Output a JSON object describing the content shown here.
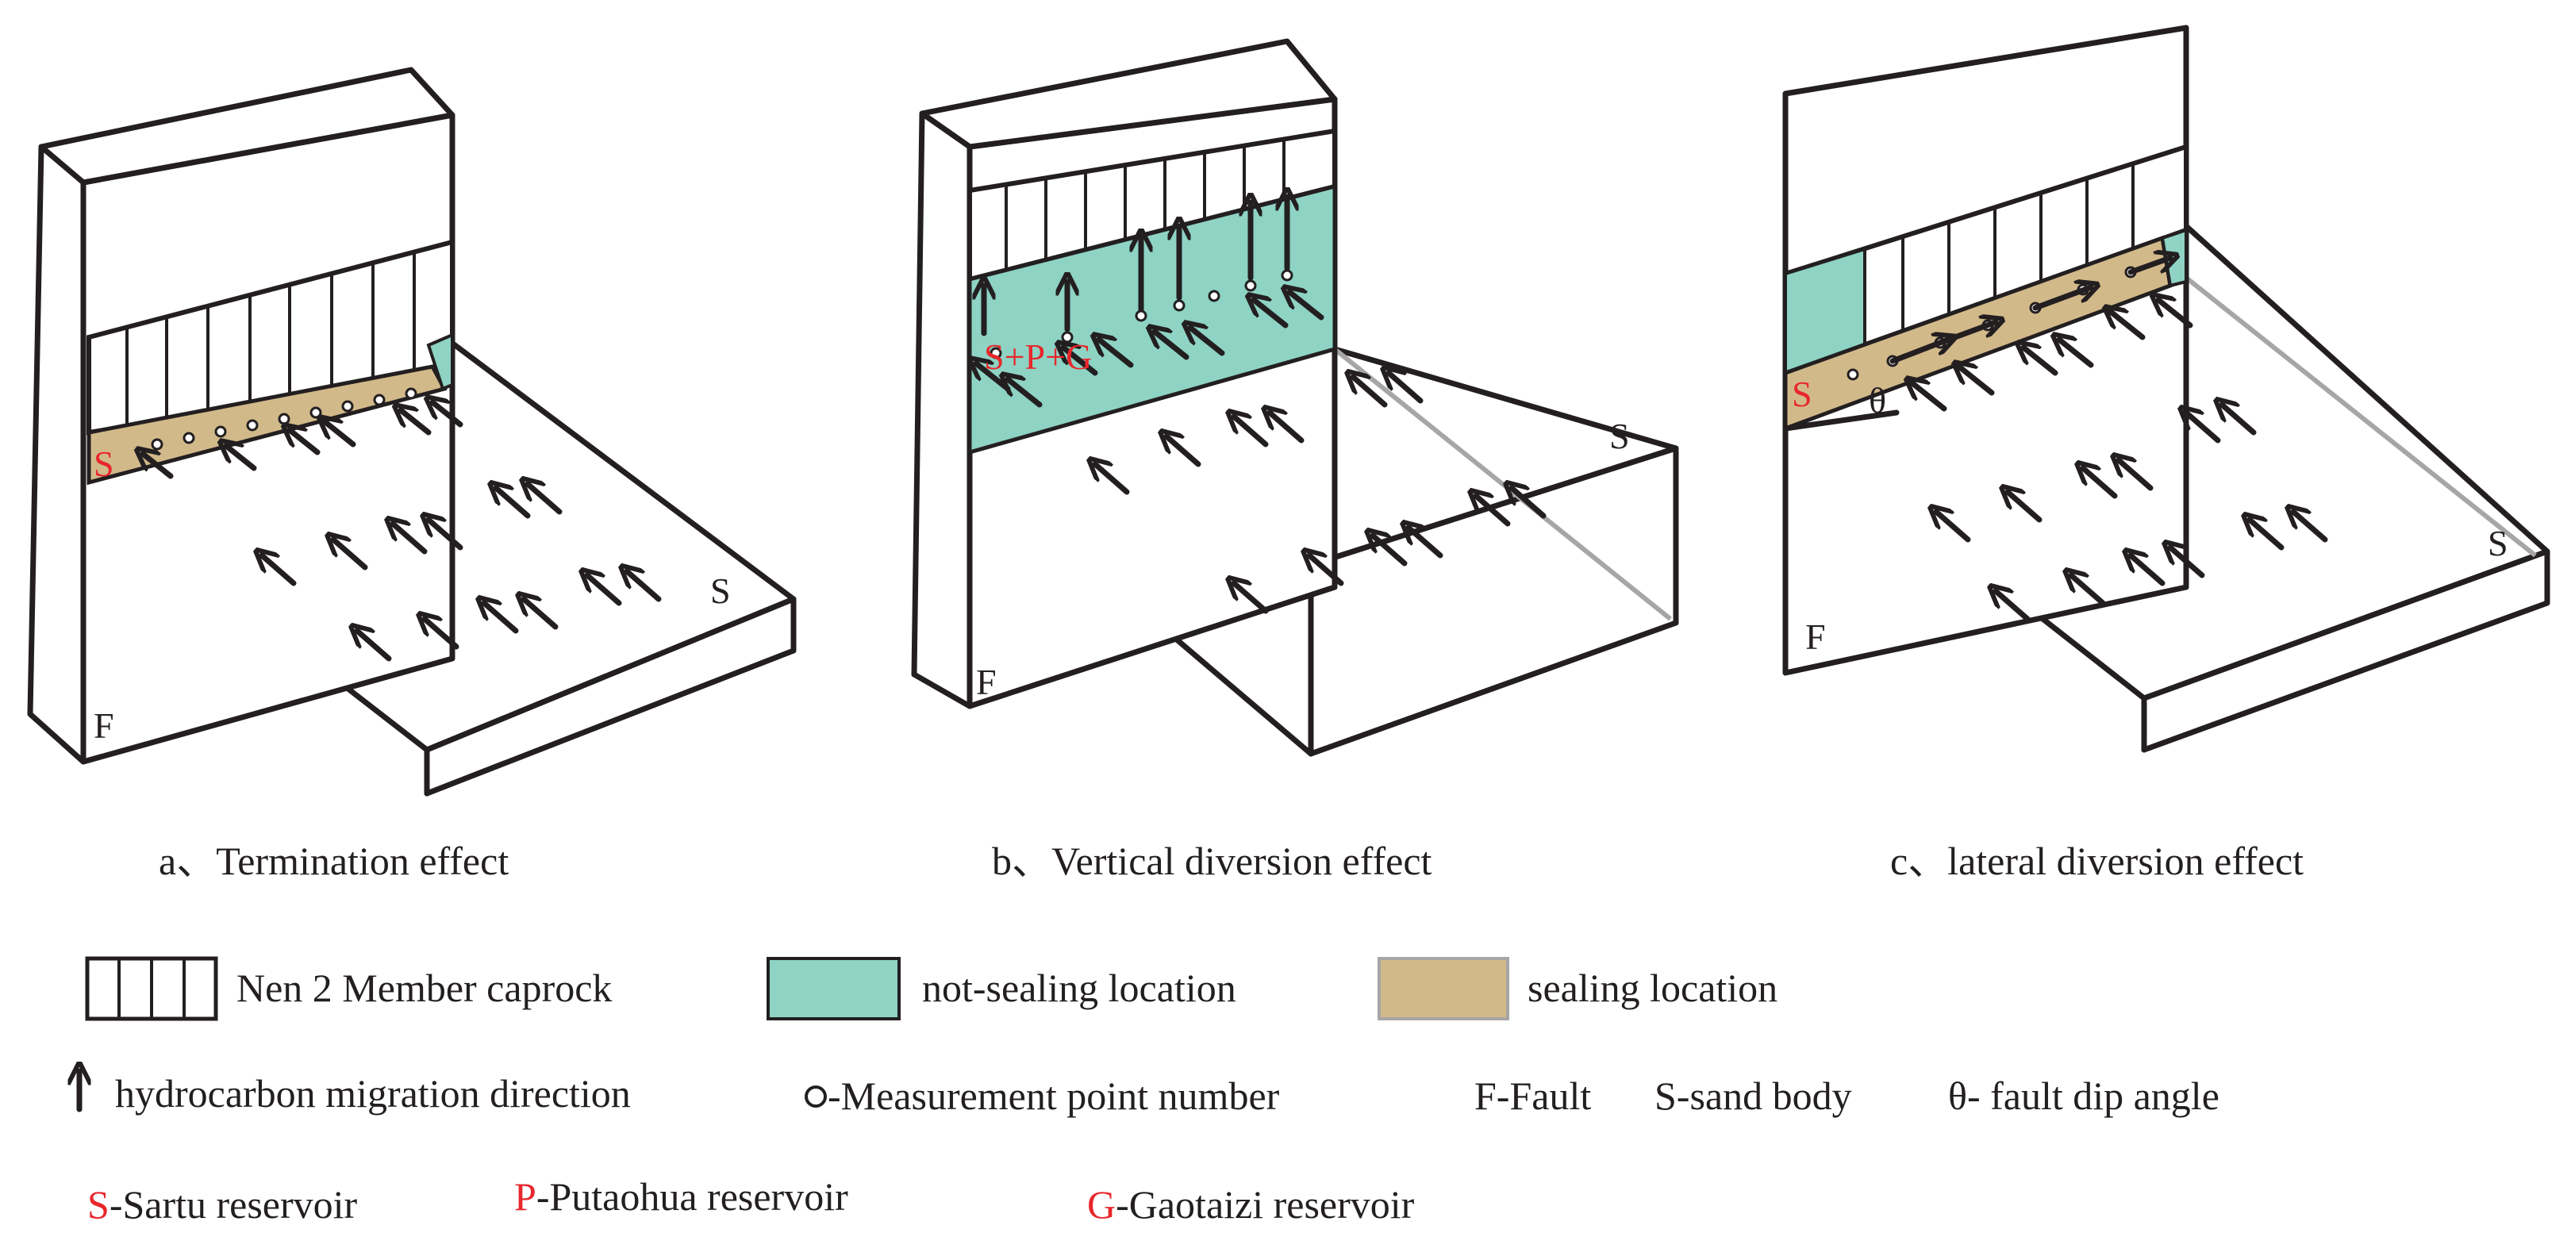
{
  "colors": {
    "line": "#231f20",
    "not_sealing": "#8ed3c4",
    "sealing": "#d2b98a",
    "red": "#e8262b",
    "guide": "#a6a6a6"
  },
  "panels": [
    {
      "caption": "a、Termination   effect",
      "fault_label": "F",
      "sand_label": "S",
      "reservoir_label": "S"
    },
    {
      "caption": "b、Vertical diversion effect",
      "fault_label": "F",
      "sand_label": "S",
      "reservoir_label": "S+P+G"
    },
    {
      "caption": "c、lateral diversion effect",
      "fault_label": "F",
      "sand_label": "S",
      "reservoir_label": "S",
      "angle_label": "θ"
    }
  ],
  "legend": {
    "caprock": "Nen 2 Member caprock",
    "not_sealing": "not-sealing location",
    "sealing": "sealing location",
    "migration": "hydrocarbon migration direction",
    "measurement": "-Measurement point number",
    "fault": "F-Fault",
    "sand": "S-sand body",
    "dip": "θ- fault dip angle",
    "sartu_key": "S",
    "sartu": "-Sartu  reservoir",
    "putaohua_key": "P",
    "putaohua": "-Putaohua  reservoir",
    "gaotaizi_key": "G",
    "gaotaizi": "-Gaotaizi  reservoir",
    "icons": [
      "caprock-swatch-icon",
      "arrow-up-icon",
      "circle-icon"
    ]
  }
}
